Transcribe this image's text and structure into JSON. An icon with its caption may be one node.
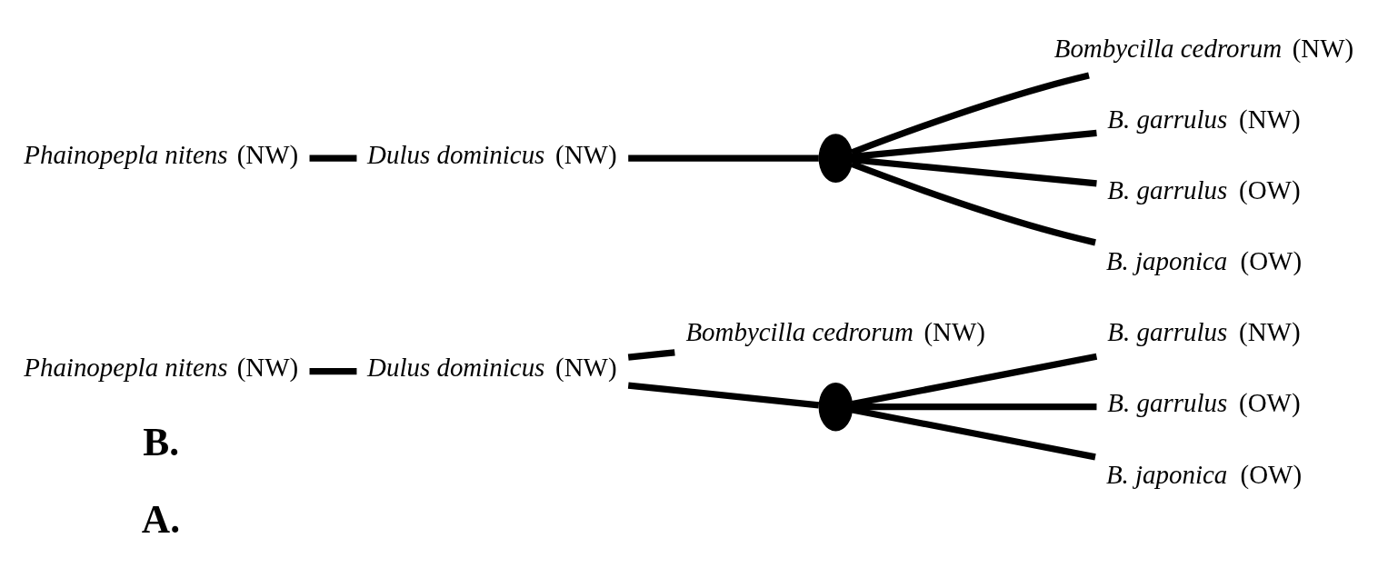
{
  "diagram": {
    "nodes": [
      {
        "text": [
          "*Phainopepla nitens* (NW)"
        ]
      },
      {
        "text": [
          "*Dulus dominicus* (NW)"
        ]
      },
      {
        "text": [],
        "shape": "oval"
      },
      {
        "text": [
          "*Bombycilla cedrorum* (NW)"
        ]
      },
      {
        "text": [
          "*B. garrulus* (NW)"
        ]
      },
      {
        "text": [
          "*B. garrulus* (OW)"
        ]
      },
      {
        "text": [
          "*B. japonica* (OW)"
        ]
      },
      {
        "text": [
          "*Phainopepla nitens* (NW)"
        ]
      },
      {
        "text": [
          "*Dulus dominicus* (NW)"
        ]
      },
      {
        "text": [
          "*Bombycilla cedrorum* (NW)"
        ]
      },
      {
        "text": [],
        "shape": "oval"
      },
      {
        "text": [
          "*B. garrulus* (NW)"
        ]
      },
      {
        "text": [
          "*B. garrulus* (OW)"
        ]
      },
      {
        "text": [
          "*B. japonica* (OW)"
        ]
      }
    ],
    "edges": [
      {
        "from": 0,
        "to": 1,
        "arrow": "none"
      },
      {
        "from": 1,
        "to": 2,
        "arrow": "none"
      },
      {
        "from": 2,
        "to": 3,
        "arrow": "none"
      },
      {
        "from": 2,
        "to": 4,
        "arrow": "none"
      },
      {
        "from": 2,
        "to": 5,
        "arrow": "none"
      },
      {
        "from": 2,
        "to": 6,
        "arrow": "none"
      },
      {
        "from": 7,
        "to": 8,
        "arrow": "none"
      },
      {
        "from": 8,
        "to": 9,
        "arrow": "none"
      },
      {
        "from": 8,
        "to": 10,
        "arrow": "none"
      },
      {
        "from": 10,
        "to": 11,
        "arrow": "none"
      },
      {
        "from": 10,
        "to": 12,
        "arrow": "none"
      },
      {
        "from": 10,
        "to": 13,
        "arrow": "none"
      }
    ],
    "labels": [
      "A.",
      "B."
    ]
  }
}
